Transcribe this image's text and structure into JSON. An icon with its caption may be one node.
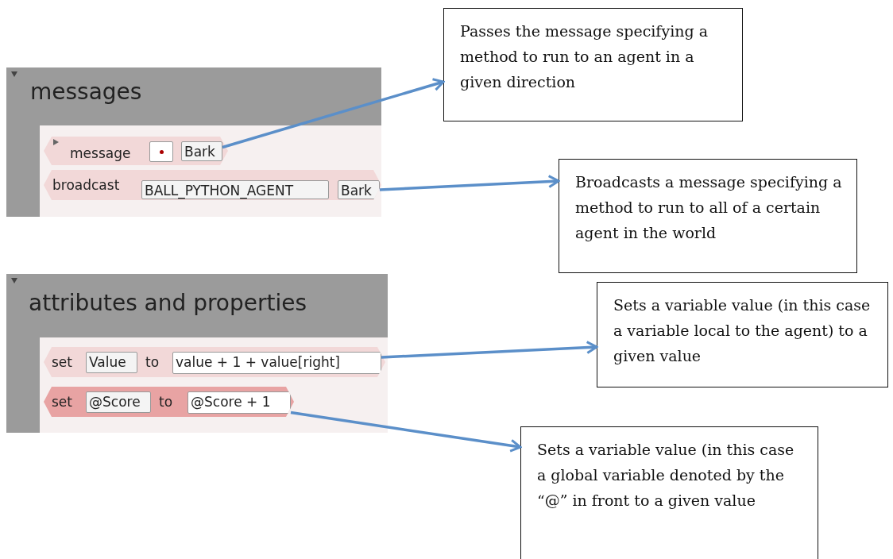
{
  "diagram": {
    "nodes": [
      {
        "text": [
          "messages"
        ]
      },
      {
        "text": [
          "message"
        ],
        "in": 0
      },
      {
        "text": [],
        "shape": "box",
        "in": 1
      },
      {
        "text": [
          "Bark"
        ],
        "in": 1
      },
      {
        "text": [
          "broadcast"
        ],
        "in": 0
      },
      {
        "text": [
          "BALL_PYTHON_AGENT"
        ],
        "in": 4
      },
      {
        "text": [
          "Bark"
        ],
        "in": 4
      },
      {
        "text": [
          "Passes the message specifying a method to run to an agent in a given direction"
        ]
      },
      {
        "text": [
          "Broadcasts a message specifying a method to run to all of a certain agent in the world"
        ]
      },
      {
        "text": [
          "attributes and properties"
        ]
      },
      {
        "text": [
          "set",
          "to"
        ],
        "in": 9
      },
      {
        "text": [
          "Value"
        ],
        "in": 10
      },
      {
        "text": [
          "value + 1 + value[right]"
        ],
        "in": 10
      },
      {
        "text": [
          "set",
          "to"
        ],
        "in": 9
      },
      {
        "text": [
          "@Score"
        ],
        "in": 13
      },
      {
        "text": [
          "@Score + 1"
        ],
        "in": 13
      },
      {
        "text": [
          "Sets a variable value (in this case a variable local to the agent) to a given value"
        ]
      },
      {
        "text": [
          "Sets a variable value (in this case a global variable denoted by the “@” in front to a given value"
        ]
      }
    ],
    "edges": [
      {
        "from": 3,
        "to": 7,
        "arrow": "to"
      },
      {
        "from": 6,
        "to": 8,
        "arrow": "to"
      },
      {
        "from": 12,
        "to": 16,
        "arrow": "to"
      },
      {
        "from": 15,
        "to": 17,
        "arrow": "to"
      }
    ]
  }
}
